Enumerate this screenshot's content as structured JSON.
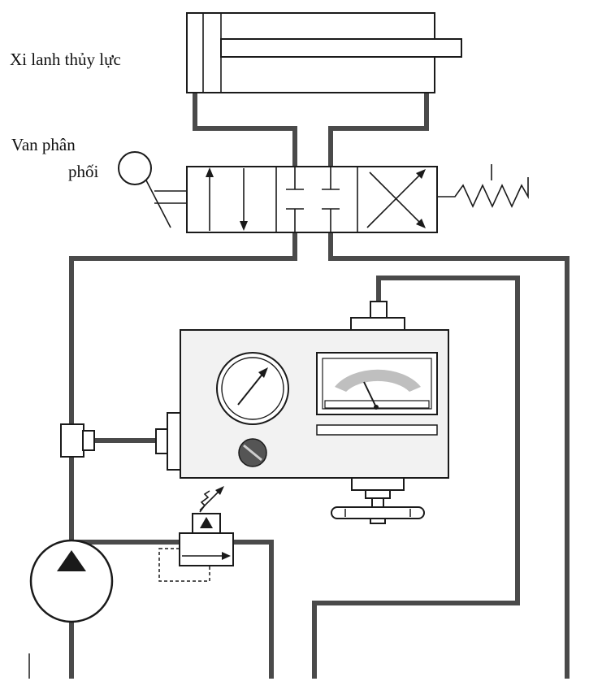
{
  "labels": {
    "cylinder": "Xi lanh thủy lực",
    "valve_line1": "Van phân",
    "valve_line2": "phối"
  },
  "components": [
    {
      "name": "hydraulic-cylinder",
      "icon": "cylinder-icon"
    },
    {
      "name": "directional-valve",
      "icon": "valve-icon"
    },
    {
      "name": "pressure-gauge",
      "icon": "gauge-icon"
    },
    {
      "name": "meter-display",
      "icon": "analog-meter-icon"
    },
    {
      "name": "pump",
      "icon": "pump-icon"
    },
    {
      "name": "relief-valve",
      "icon": "relief-valve-icon"
    }
  ],
  "colors": {
    "pipe": "#4a4a4a",
    "outline": "#1a1a1a",
    "panel": "#f2f2f2",
    "meter_arc": "#bfbfbf",
    "knob": "#555555"
  }
}
